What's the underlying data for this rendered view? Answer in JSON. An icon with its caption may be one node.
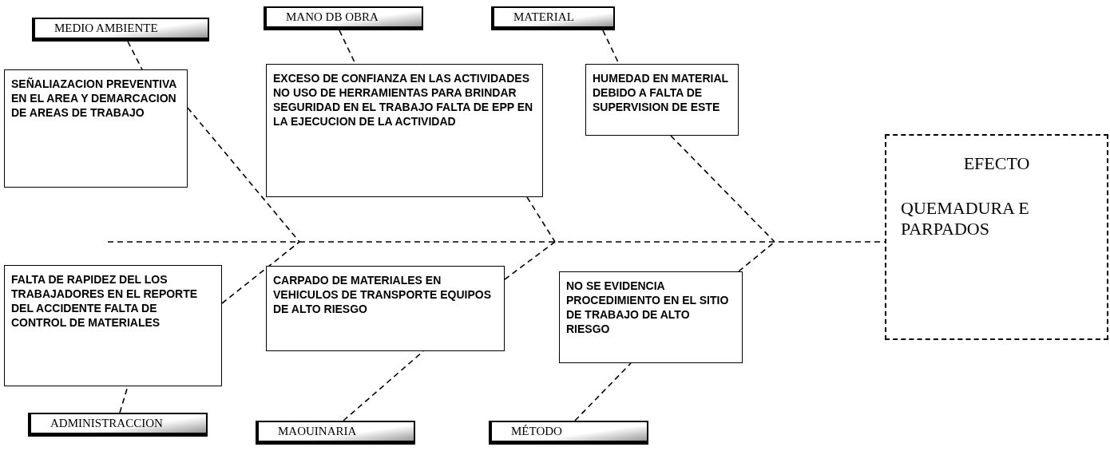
{
  "diagram": {
    "nodes": [
      {
        "text": [
          "MEDIO AMBIENTE"
        ]
      },
      {
        "text": [
          "SEÑALIAZACION PREVENTIVA EN EL AREA Y DEMARCACION DE AREAS DE TRABAJO"
        ]
      },
      {
        "text": [
          "MANO DB OBRA"
        ]
      },
      {
        "text": [
          "EXCESO DE CONFIANZA EN LAS ACTIVIDADES NO USO DE HERRAMIENTAS PARA BRINDAR SEGURIDAD EN EL TRABAJO FALTA DE EPP EN LA EJECUCION DE LA ACTIVIDAD"
        ]
      },
      {
        "text": [
          "MATERIAL"
        ]
      },
      {
        "text": [
          "HUMEDAD EN MATERIAL DEBIDO A FALTA DE SUPERVISION DE ESTE"
        ]
      },
      {
        "text": [
          "EFECTO",
          "QUEMADURA E PARPADOS"
        ]
      },
      {
        "text": [
          "FALTA DE RAPIDEZ DEL LOS TRABAJADORES EN EL REPORTE DEL ACCIDENTE FALTA DE CONTROL DE MATERIALES"
        ]
      },
      {
        "text": [
          "CARPADO DE MATERIALES EN VEHICULOS DE TRANSPORTE EQUIPOS DE ALTO RIESGO"
        ]
      },
      {
        "text": [
          "NO SE EVIDENCIA PROCEDIMIENTO EN EL SITIO DE TRABAJO DE ALTO RIESGO"
        ]
      },
      {
        "text": [
          "ADMINISTRACCION"
        ]
      },
      {
        "text": [
          "MAOUINARIA"
        ]
      },
      {
        "text": [
          "MÉTODO"
        ]
      }
    ],
    "edges": [
      {
        "from": 0,
        "to": 1,
        "arrow": "none",
        "style": "dashed"
      },
      {
        "from": 1,
        "to": null,
        "arrow": "none",
        "style": "dashed"
      },
      {
        "from": 2,
        "to": 3,
        "arrow": "none",
        "style": "dashed"
      },
      {
        "from": 3,
        "to": null,
        "arrow": "none",
        "style": "dashed"
      },
      {
        "from": 4,
        "to": 5,
        "arrow": "none",
        "style": "dashed"
      },
      {
        "from": 5,
        "to": null,
        "arrow": "none",
        "style": "dashed"
      },
      {
        "from": null,
        "to": 6,
        "arrow": "none",
        "style": "dashed"
      },
      {
        "from": 10,
        "to": 7,
        "arrow": "none",
        "style": "dashed"
      },
      {
        "from": 7,
        "to": null,
        "arrow": "none",
        "style": "dashed"
      },
      {
        "from": 11,
        "to": 8,
        "arrow": "none",
        "style": "dashed"
      },
      {
        "from": 8,
        "to": null,
        "arrow": "none",
        "style": "dashed"
      },
      {
        "from": 12,
        "to": 9,
        "arrow": "none",
        "style": "dashed"
      },
      {
        "from": 9,
        "to": null,
        "arrow": "none",
        "style": "dashed"
      }
    ]
  }
}
